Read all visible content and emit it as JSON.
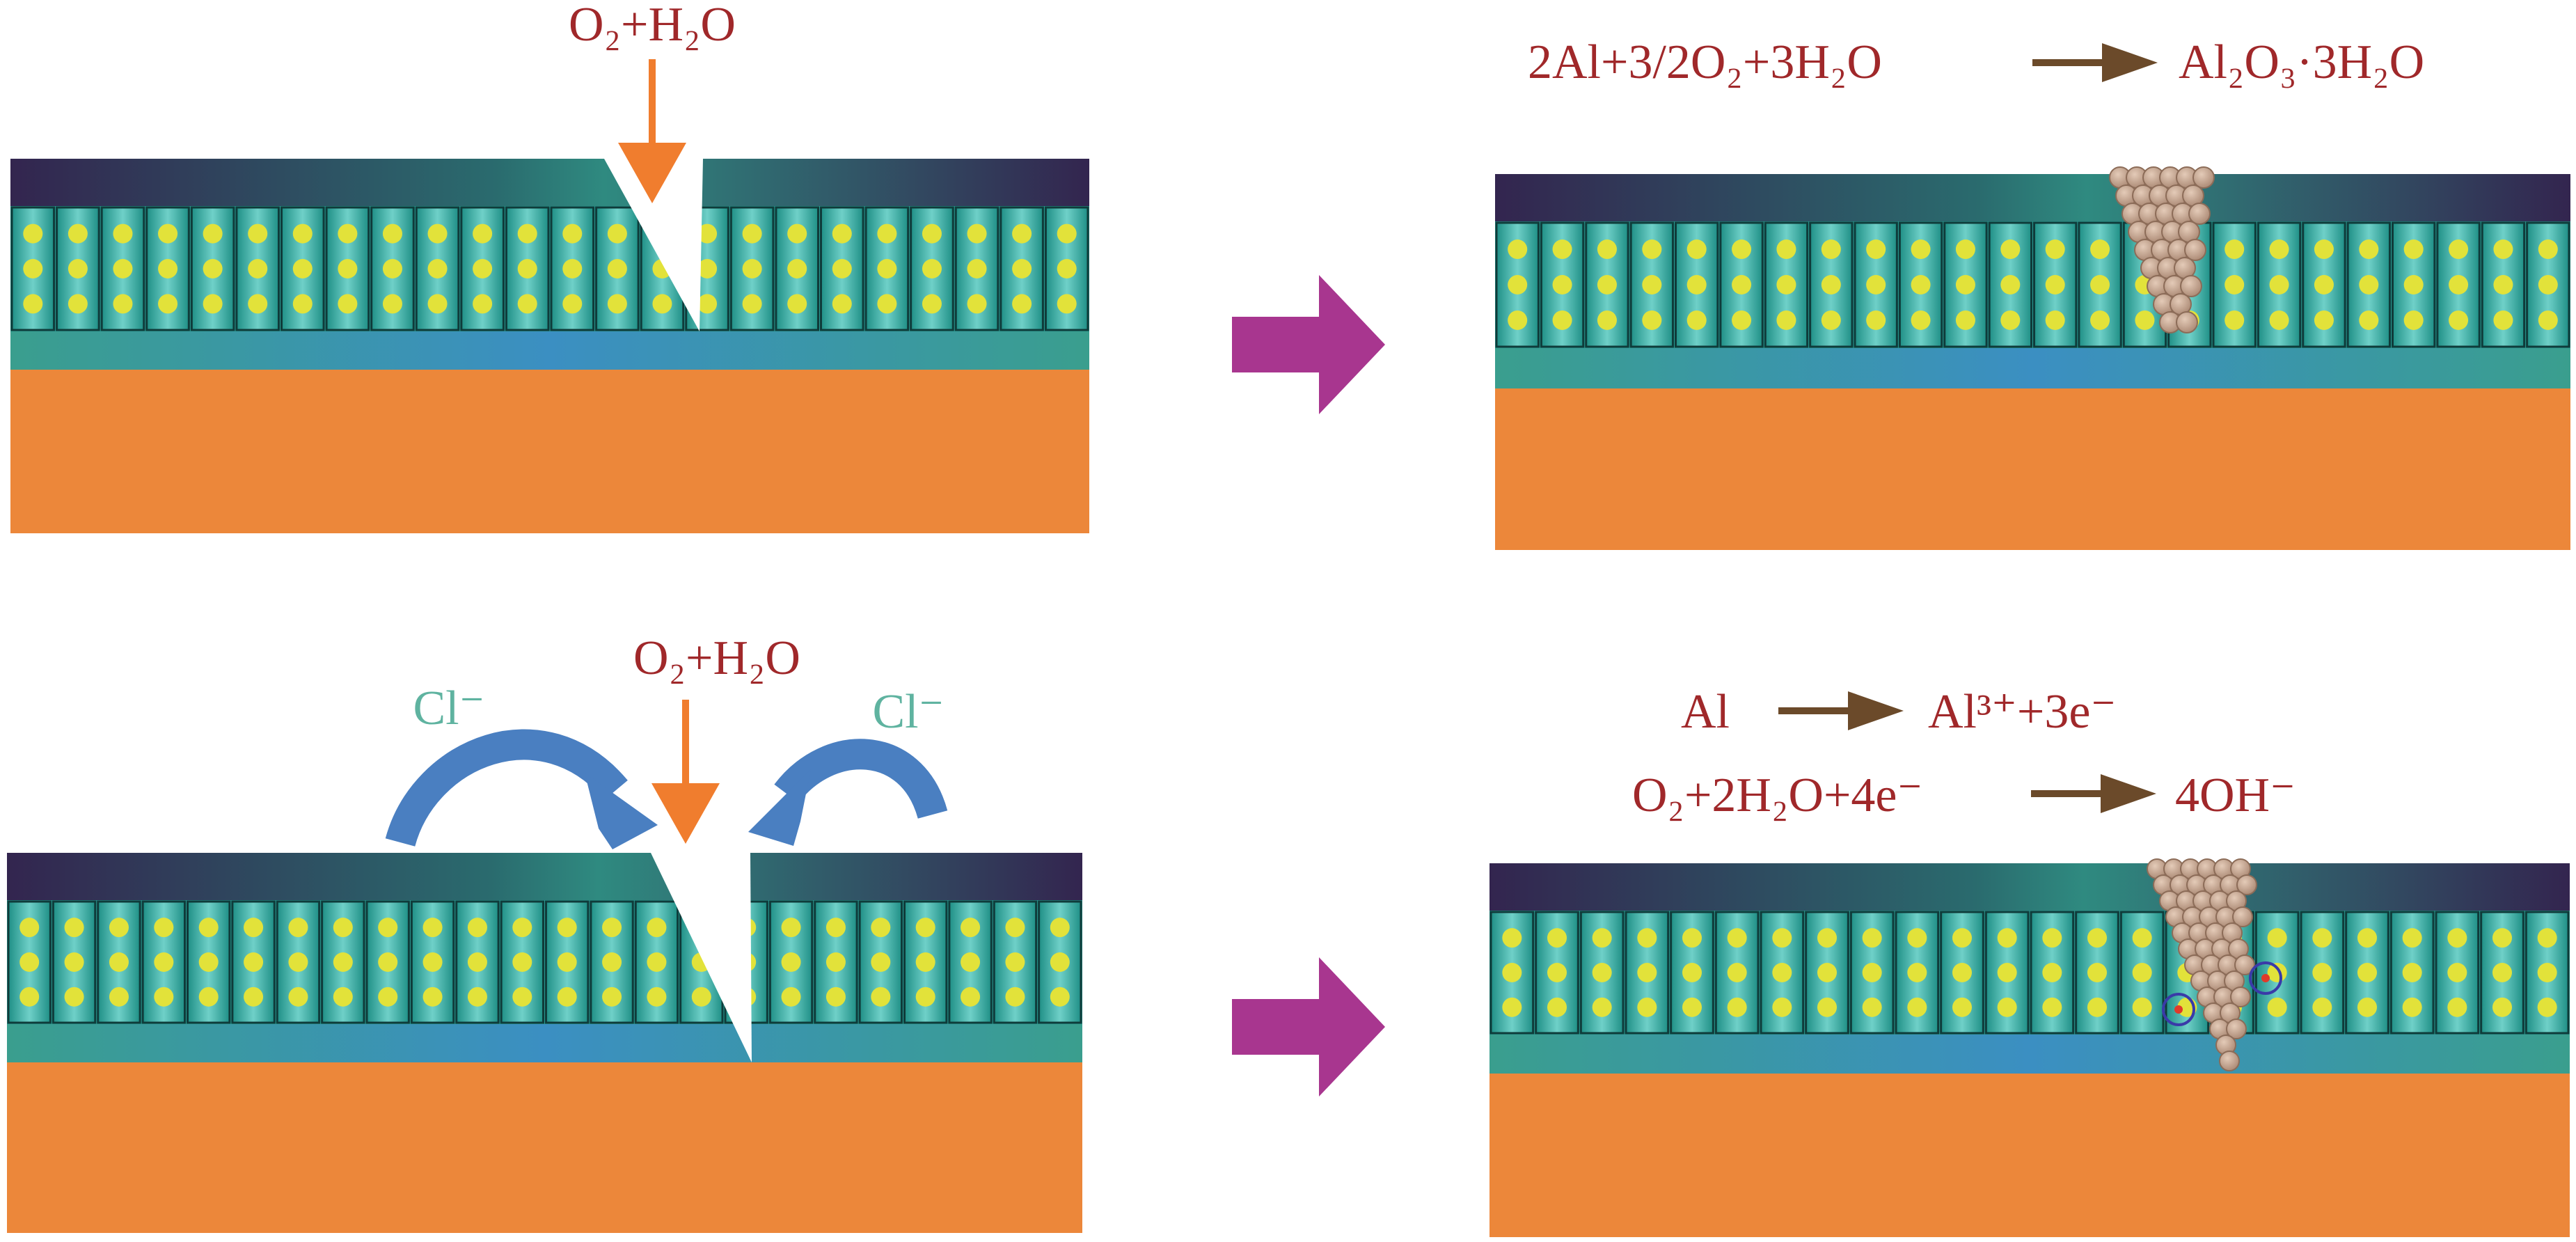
{
  "labels": {
    "top_left_reactants": "O₂+H₂O",
    "top_right_equation_lhs": "2Al+3/2O₂+3H₂O",
    "top_right_equation_rhs": "Al₂O₃·3H₂O",
    "bottom_left_reactants": "O₂+H₂O",
    "chloride_left": "Cl⁻",
    "chloride_right": "Cl⁻",
    "anodic_lhs": "Al",
    "anodic_rhs": "Al³⁺+3e⁻",
    "cathodic_lhs": "O₂+2H₂O+4e⁻",
    "cathodic_rhs": "4OH⁻"
  },
  "colors": {
    "text_red": "#a0282a",
    "text_teal": "#5fb3a0",
    "arrow_orange": "#f07d2e",
    "arrow_blue": "#4a7fc1",
    "arrow_brown": "#6b4a2a",
    "arrow_purple": "#a8368f",
    "substrate": "#ec873a",
    "top_coat": "#3a2d58",
    "pore_layer": "#2a9c94",
    "barrier_layer": "#3a9e96",
    "dot_yellow": "#e2e23a",
    "corrosion_particle": "#c9a489"
  }
}
